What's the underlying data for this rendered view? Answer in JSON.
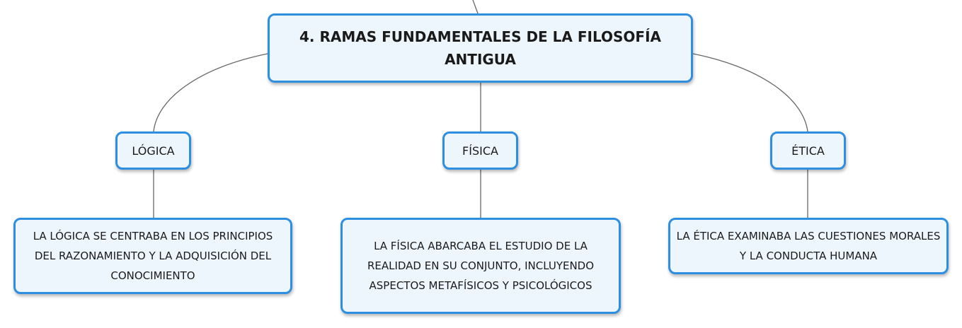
{
  "diagram": {
    "root": {
      "title": "4. RAMAS FUNDAMENTALES DE LA FILOSOFÍA ANTIGUA"
    },
    "branches": [
      {
        "label": "LÓGICA",
        "detail": "LA LÓGICA SE CENTRABA EN LOS PRINCIPIOS DEL RAZONAMIENTO Y LA ADQUISICIÓN DEL CONOCIMIENTO"
      },
      {
        "label": "FÍSICA",
        "detail": "LA FÍSICA ABARCABA EL ESTUDIO DE LA REALIDAD EN SU CONJUNTO, INCLUYENDO ASPECTOS METAFÍSICOS Y PSICOLÓGICOS"
      },
      {
        "label": "ÉTICA",
        "detail": "LA ÉTICA EXAMINABA LAS CUESTIONES MORALES Y LA CONDUCTA HUMANA"
      }
    ],
    "colors": {
      "node_border": "#2e8fe0",
      "node_fill": "#eef6fd",
      "connector": "#666666"
    }
  }
}
